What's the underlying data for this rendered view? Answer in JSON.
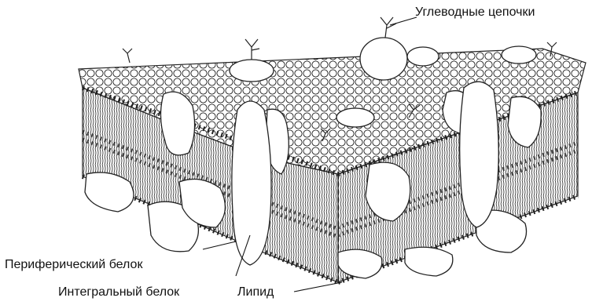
{
  "diagram": {
    "labels": {
      "carbohydrate_chains": "Углеводные цепочки",
      "peripheral_protein": "Периферический белок",
      "integral_protein": "Интегральный белок",
      "lipid": "Липид"
    }
  }
}
